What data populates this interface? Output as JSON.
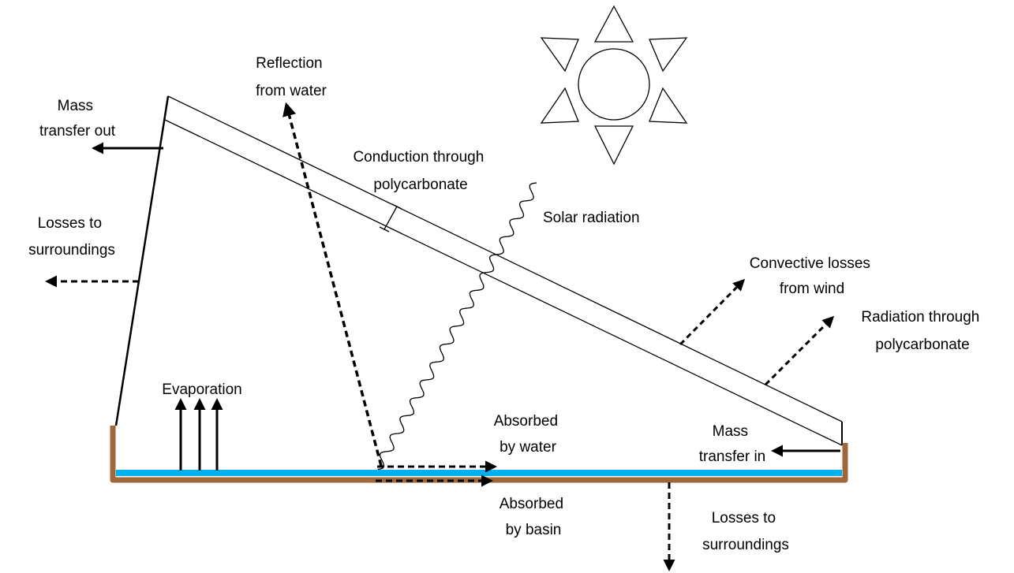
{
  "colors": {
    "stroke": "#000000",
    "water": "#00b0f0",
    "basin": "#a0683a",
    "background": "#ffffff"
  },
  "labels": {
    "reflection": [
      "Reflection",
      "from water"
    ],
    "mass_out": [
      "Mass",
      "transfer out"
    ],
    "conduction": [
      "Conduction through",
      "polycarbonate"
    ],
    "solar": [
      "Solar radiation"
    ],
    "losses_left": [
      "Losses to",
      "surroundings"
    ],
    "convective": [
      "Convective losses",
      "from wind"
    ],
    "radiation_poly": [
      "Radiation through",
      "polycarbonate"
    ],
    "evaporation": [
      "Evaporation"
    ],
    "absorbed_water": [
      "Absorbed",
      "by water"
    ],
    "mass_in": [
      "Mass",
      "transfer in"
    ],
    "absorbed_basin": [
      "Absorbed",
      "by basin"
    ],
    "losses_bottom": [
      "Losses to",
      "surroundings"
    ]
  },
  "icons": {
    "sun": "sun-icon"
  }
}
